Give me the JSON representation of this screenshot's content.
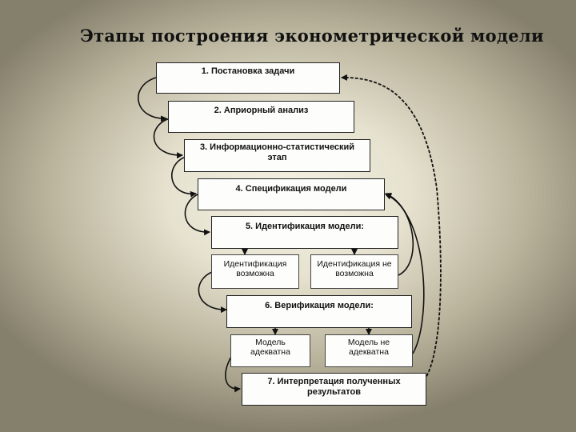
{
  "title": "Этапы построения эконометрической модели",
  "stages": {
    "s1": "1. Постановка задачи",
    "s2": "2. Априорный анализ",
    "s3": "3. Информационно-статистический этап",
    "s4": "4. Спецификация модели",
    "s5": "5. Идентификация модели:",
    "s5a": "Идентификация возможна",
    "s5b": "Идентификация не возможна",
    "s6": "6. Верификация модели:",
    "s6a": "Модель адекватна",
    "s6b": "Модель не адекватна",
    "s7": "7. Интерпретация полученных результатов"
  }
}
